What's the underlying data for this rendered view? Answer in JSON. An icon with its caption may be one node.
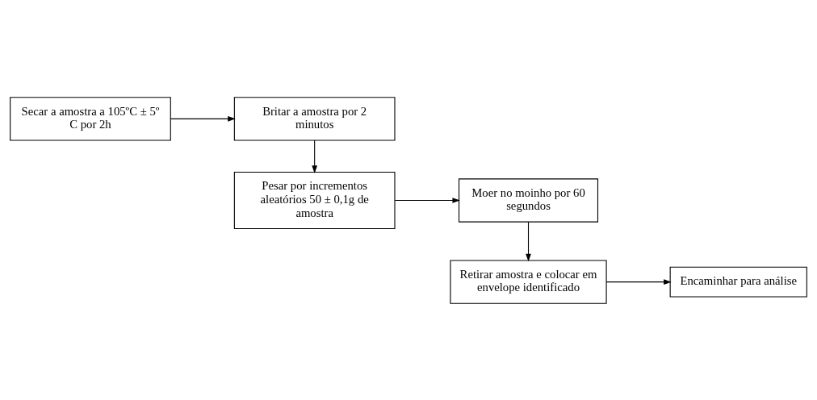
{
  "diagram": {
    "nodes": [
      {
        "text": [
          "Secar a amostra a 105ºC ± 5º C por 2h"
        ]
      },
      {
        "text": [
          "Britar a amostra por 2 minutos"
        ]
      },
      {
        "text": [
          "Pesar por incrementos aleatórios 50 ± 0,1g de amostra"
        ]
      },
      {
        "text": [
          "Moer no moinho por 60 segundos"
        ]
      },
      {
        "text": [
          "Retirar amostra e colocar em envelope identificado"
        ]
      },
      {
        "text": [
          "Encaminhar para análise"
        ]
      }
    ],
    "edges": [
      {
        "from": 0,
        "to": 1,
        "arrow": "to"
      },
      {
        "from": 1,
        "to": 2,
        "arrow": "to"
      },
      {
        "from": 2,
        "to": 3,
        "arrow": "to"
      },
      {
        "from": 3,
        "to": 4,
        "arrow": "to"
      },
      {
        "from": 4,
        "to": 5,
        "arrow": "to"
      }
    ]
  }
}
